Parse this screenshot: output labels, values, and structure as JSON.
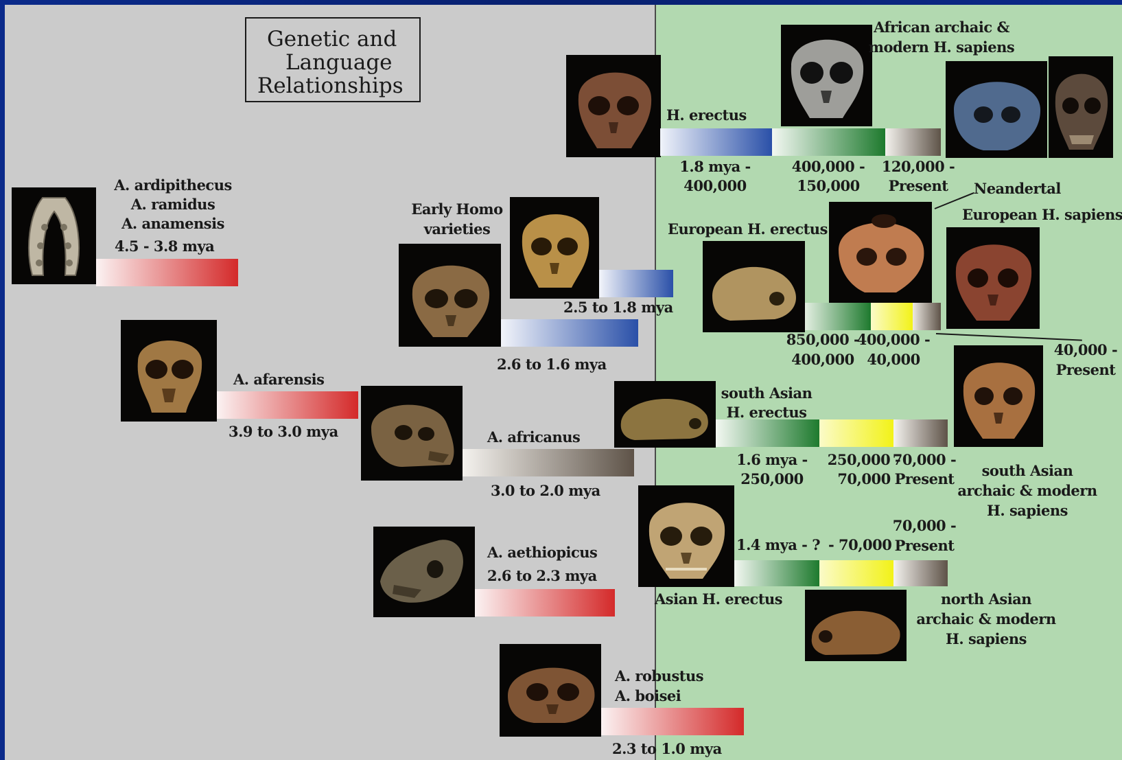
{
  "title": [
    "Genetic and",
    "Language",
    "Relationships"
  ],
  "colors": {
    "background_left": "#cbcbcb",
    "background_right": "#b2d9b0",
    "frame": "#0b2a8a",
    "red_bar": "#d42a2a",
    "blue_bar": "#2a50a8",
    "green_bar": "#1e7a2e",
    "yellow_bar": "#f2f218",
    "gray_bar": "#5e5348"
  },
  "species": {
    "ardipithecus": {
      "names": [
        "A. ardipithecus",
        "A. ramidus",
        "A. anamensis"
      ],
      "range": "4.5 - 3.8 mya"
    },
    "afarensis": {
      "name": "A. afarensis",
      "range": "3.9 to 3.0 mya"
    },
    "africanus": {
      "name": "A. africanus",
      "range": "3.0 to 2.0 mya"
    },
    "aethiopicus": {
      "name": "A. aethiopicus",
      "range": "2.6 to 2.3 mya"
    },
    "robustus": {
      "names": [
        "A. robustus",
        "A. boisei"
      ],
      "range": "2.3 to 1.0 mya"
    },
    "early_homo": {
      "names": [
        "Early Homo",
        "varieties"
      ],
      "range_upper": "2.5 to 1.8 mya",
      "range_lower": "2.6 to 1.6 mya"
    },
    "h_erectus": {
      "name": "H. erectus",
      "africa_label": [
        "African archaic &",
        "modern H. sapiens"
      ],
      "ranges": [
        [
          "1.8 mya -",
          "400,000"
        ],
        [
          "400,000 -",
          "150,000"
        ],
        [
          "120,000 -",
          "Present"
        ]
      ]
    },
    "europe": {
      "erectus_label": "European H. erectus",
      "neandertal_label": "Neandertal",
      "sapiens_label": "European H. sapiens",
      "ranges": [
        [
          "850,000 -",
          "400,000"
        ],
        [
          "400,000 -",
          "40,000"
        ],
        [
          "40,000 -",
          "Present"
        ]
      ]
    },
    "south_asia": {
      "erectus_label": [
        "south Asian",
        "H. erectus"
      ],
      "sapiens_label": [
        "south Asian",
        "archaic & modern",
        "H. sapiens"
      ],
      "ranges": [
        [
          "1.6 mya -",
          "250,000"
        ],
        [
          "250,000 -",
          "70,000"
        ],
        [
          "70,000 -",
          "Present"
        ]
      ]
    },
    "north_asia": {
      "erectus_label": "Asian H. erectus",
      "sapiens_label": [
        "north Asian",
        "archaic & modern",
        "H. sapiens"
      ],
      "range_a": "1.4 mya - ?",
      "range_b": "- 70,000",
      "range_c": [
        "70,000 -",
        "Present"
      ]
    }
  },
  "skull_icons": [
    "jaw-fossil-icon",
    "skull-icon"
  ]
}
